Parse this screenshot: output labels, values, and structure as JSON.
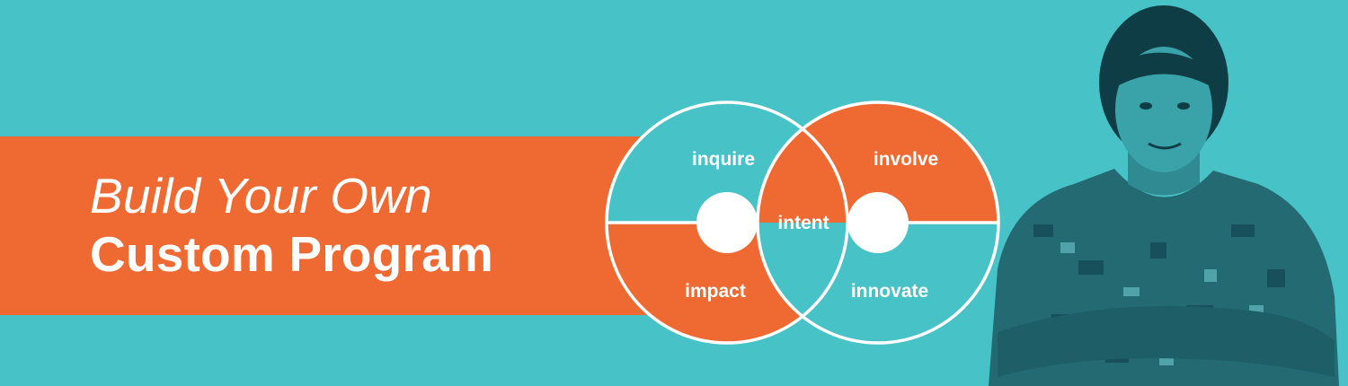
{
  "banner": {
    "headline_line1": "Build Your Own",
    "headline_line2": "Custom Program"
  },
  "diagram": {
    "top_left_label": "inquire",
    "top_right_label": "involve",
    "bottom_left_label": "impact",
    "bottom_right_label": "innovate",
    "center_label": "intent"
  },
  "colors": {
    "background": "#47c2c7",
    "accent_orange": "#ef6a32",
    "text": "#ffffff"
  }
}
